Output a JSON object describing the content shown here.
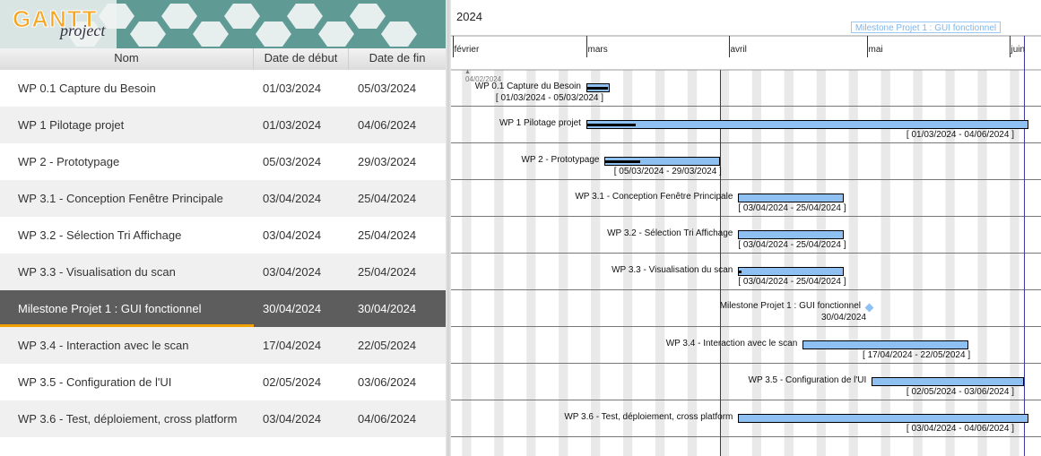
{
  "logo": {
    "text1": "GANTT",
    "text2": "project"
  },
  "columns": {
    "name": "Nom",
    "start": "Date de début",
    "end": "Date de fin"
  },
  "tasks": [
    {
      "name": "WP 0.1 Capture du Besoin",
      "start": "01/03/2024",
      "end": "05/03/2024",
      "range": "[ 01/03/2024 - 05/03/2024 ]",
      "progress": 0.9
    },
    {
      "name": "WP 1 Pilotage projet",
      "start": "01/03/2024",
      "end": "04/06/2024",
      "range": "[ 01/03/2024 - 04/06/2024 ]",
      "progress": 0.11
    },
    {
      "name": "WP 2 - Prototypage",
      "start": "05/03/2024",
      "end": "29/03/2024",
      "range": "[ 05/03/2024 - 29/03/2024 ]",
      "progress": 0.3
    },
    {
      "name": "WP 3.1 - Conception Fenêtre Principale",
      "start": "03/04/2024",
      "end": "25/04/2024",
      "range": "[ 03/04/2024 - 25/04/2024 ]",
      "progress": 0
    },
    {
      "name": "WP 3.2 - Sélection Tri Affichage",
      "start": "03/04/2024",
      "end": "25/04/2024",
      "range": "[ 03/04/2024 - 25/04/2024 ]",
      "progress": 0
    },
    {
      "name": "WP 3.3 - Visualisation du scan",
      "start": "03/04/2024",
      "end": "25/04/2024",
      "range": "[ 03/04/2024 - 25/04/2024 ]",
      "progress": 0.02
    },
    {
      "name": "Milestone Projet 1 : GUI fonctionnel",
      "start": "30/04/2024",
      "end": "30/04/2024",
      "range": "30/04/2024",
      "milestone": true
    },
    {
      "name": "WP 3.4 - Interaction avec le scan",
      "start": "17/04/2024",
      "end": "22/05/2024",
      "range": "[ 17/04/2024 - 22/05/2024 ]",
      "progress": 0
    },
    {
      "name": "WP 3.5 - Configuration de l'UI",
      "start": "02/05/2024",
      "end": "03/06/2024",
      "range": "[ 02/05/2024 - 03/06/2024 ]",
      "progress": 0
    },
    {
      "name": "WP 3.6 - Test, déploiement, cross platform",
      "start": "03/04/2024",
      "end": "04/06/2024",
      "range": "[ 03/04/2024 - 04/06/2024 ]",
      "progress": 0
    }
  ],
  "selected_index": 6,
  "chart": {
    "year": "2024",
    "months": [
      "février",
      "mars",
      "avril",
      "mai",
      "juin"
    ],
    "milestone_header": "Milestone Projet 1 : GUI fonctionnel",
    "today": "04/02/2024",
    "colors": {
      "bar": "#8ec0f2",
      "today_line": "#cc0000",
      "milestone_line": "#3a3aa0",
      "weekend": "#e9e9e9",
      "selected_row": "#5d5d5d",
      "accent": "#f2a000"
    }
  }
}
